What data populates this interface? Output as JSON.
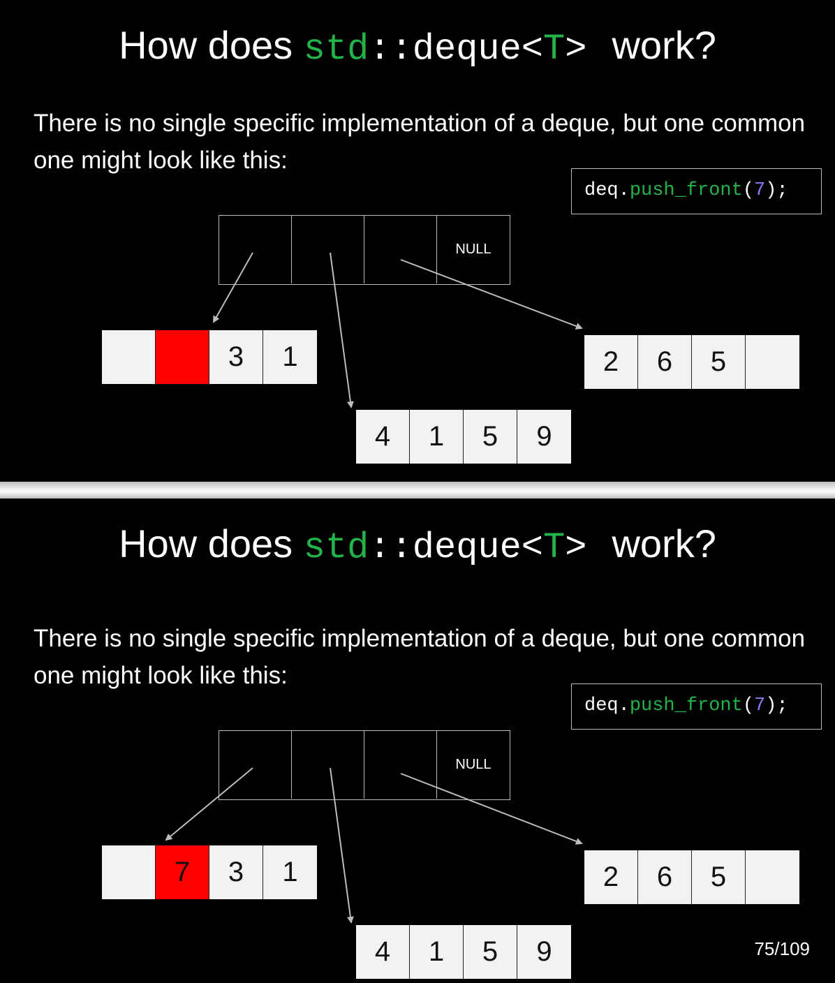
{
  "slides": [
    {
      "title": {
        "before": "How does",
        "std": "std",
        "sep": "::",
        "deque": "deque<",
        "param": "T",
        "close": ">",
        "after": "work?"
      },
      "body": "There is no single specific implementation of a deque, but one common one might look like this:",
      "code": {
        "obj": "deq.",
        "method": "push_front",
        "open": "(",
        "arg": "7",
        "close": ");"
      },
      "map_cells": [
        "",
        "",
        "",
        "NULL"
      ],
      "blocks": [
        {
          "cells": [
            {
              "value": "",
              "highlight": false
            },
            {
              "value": "",
              "highlight": true
            },
            {
              "value": "3",
              "highlight": false
            },
            {
              "value": "1",
              "highlight": false
            }
          ]
        },
        {
          "cells": [
            {
              "value": "4",
              "highlight": false
            },
            {
              "value": "1",
              "highlight": false
            },
            {
              "value": "5",
              "highlight": false
            },
            {
              "value": "9",
              "highlight": false
            }
          ]
        },
        {
          "cells": [
            {
              "value": "2",
              "highlight": false
            },
            {
              "value": "6",
              "highlight": false
            },
            {
              "value": "5",
              "highlight": false
            },
            {
              "value": "",
              "highlight": false
            }
          ]
        }
      ],
      "page": ""
    },
    {
      "title": {
        "before": "How does",
        "std": "std",
        "sep": "::",
        "deque": "deque<",
        "param": "T",
        "close": ">",
        "after": "work?"
      },
      "body": "There is no single specific implementation of a deque, but one common one might look like this:",
      "code": {
        "obj": "deq.",
        "method": "push_front",
        "open": "(",
        "arg": "7",
        "close": ");"
      },
      "map_cells": [
        "",
        "",
        "",
        "NULL"
      ],
      "blocks": [
        {
          "cells": [
            {
              "value": "",
              "highlight": false
            },
            {
              "value": "7",
              "highlight": true
            },
            {
              "value": "3",
              "highlight": false
            },
            {
              "value": "1",
              "highlight": false
            }
          ]
        },
        {
          "cells": [
            {
              "value": "4",
              "highlight": false
            },
            {
              "value": "1",
              "highlight": false
            },
            {
              "value": "5",
              "highlight": false
            },
            {
              "value": "9",
              "highlight": false
            }
          ]
        },
        {
          "cells": [
            {
              "value": "2",
              "highlight": false
            },
            {
              "value": "6",
              "highlight": false
            },
            {
              "value": "5",
              "highlight": false
            },
            {
              "value": "",
              "highlight": false
            }
          ]
        }
      ],
      "page": "75/109"
    }
  ],
  "colors": {
    "code_green": "#22b44a",
    "code_purple": "#8a7cf5",
    "highlight_red": "#ff0000",
    "cell_fill": "#f2f2f2"
  }
}
